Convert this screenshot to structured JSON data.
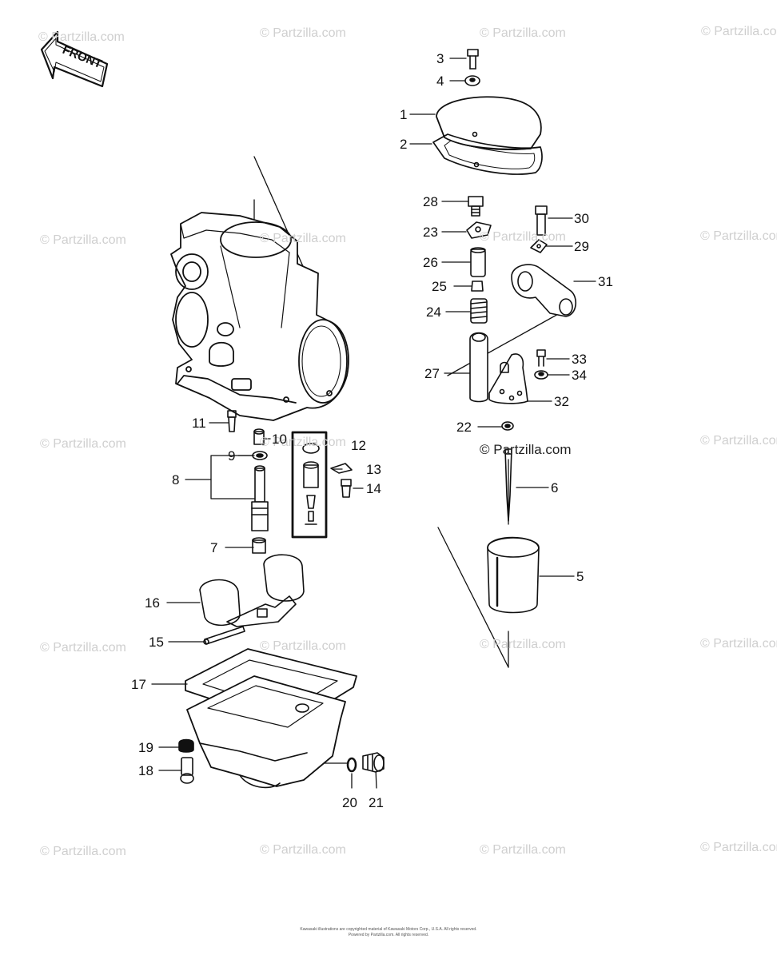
{
  "front_badge": "FRONT",
  "watermark": "© Partzilla.com",
  "callouts": [
    "1",
    "2",
    "3",
    "4",
    "5",
    "6",
    "7",
    "8",
    "9",
    "10",
    "11",
    "12",
    "13",
    "14",
    "15",
    "16",
    "17",
    "18",
    "19",
    "20",
    "21",
    "22",
    "23",
    "24",
    "25",
    "26",
    "27",
    "28",
    "29",
    "30",
    "31",
    "32",
    "33",
    "34"
  ],
  "footer": {
    "line1": "Kawasaki illustrations are copyrighted material of Kawasaki Motors Corp., U.S.A. All rights reserved.",
    "line2": "Powered by Partzilla.com. All rights reserved."
  }
}
